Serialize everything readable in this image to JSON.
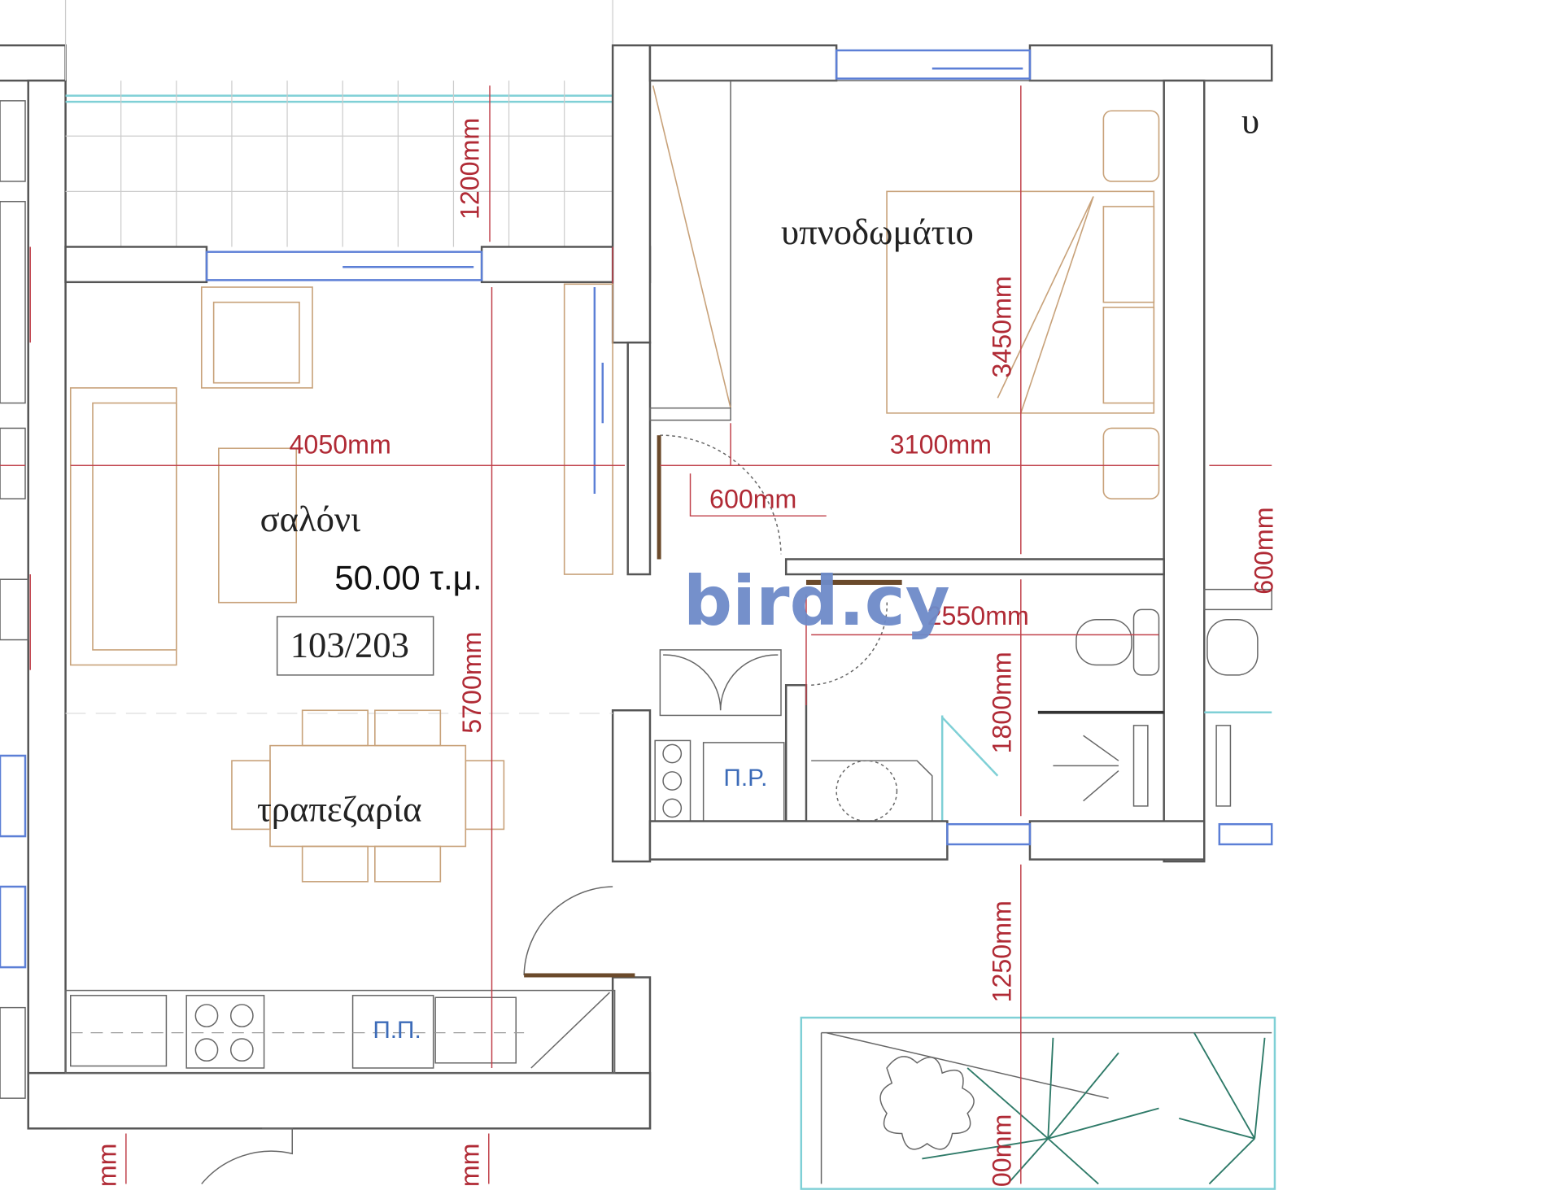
{
  "rooms": {
    "bedroom": "υπνοδωμάτιο",
    "bedroom_partial": "υ",
    "living": "σαλόνι",
    "dining": "τραπεζαρία",
    "area": "50.00 τ.μ.",
    "unit": "103/203"
  },
  "dimensions": {
    "balcony_depth": "1200mm",
    "living_width": "4050mm",
    "living_length": "5700mm",
    "bedroom_width": "3100mm",
    "bedroom_length": "3450mm",
    "closet": "600mm",
    "bath_width": "2550mm",
    "bath_length": "1800mm",
    "garden_gap": "1250mm",
    "right_partial": "600mm",
    "bottom_left_partial": "mm",
    "bottom_mid_partial": "mm",
    "garden_partial": "00mm"
  },
  "labels": {
    "pr": "Π.Ρ.",
    "pp": "Π.Π."
  },
  "watermark": "bird.cy"
}
